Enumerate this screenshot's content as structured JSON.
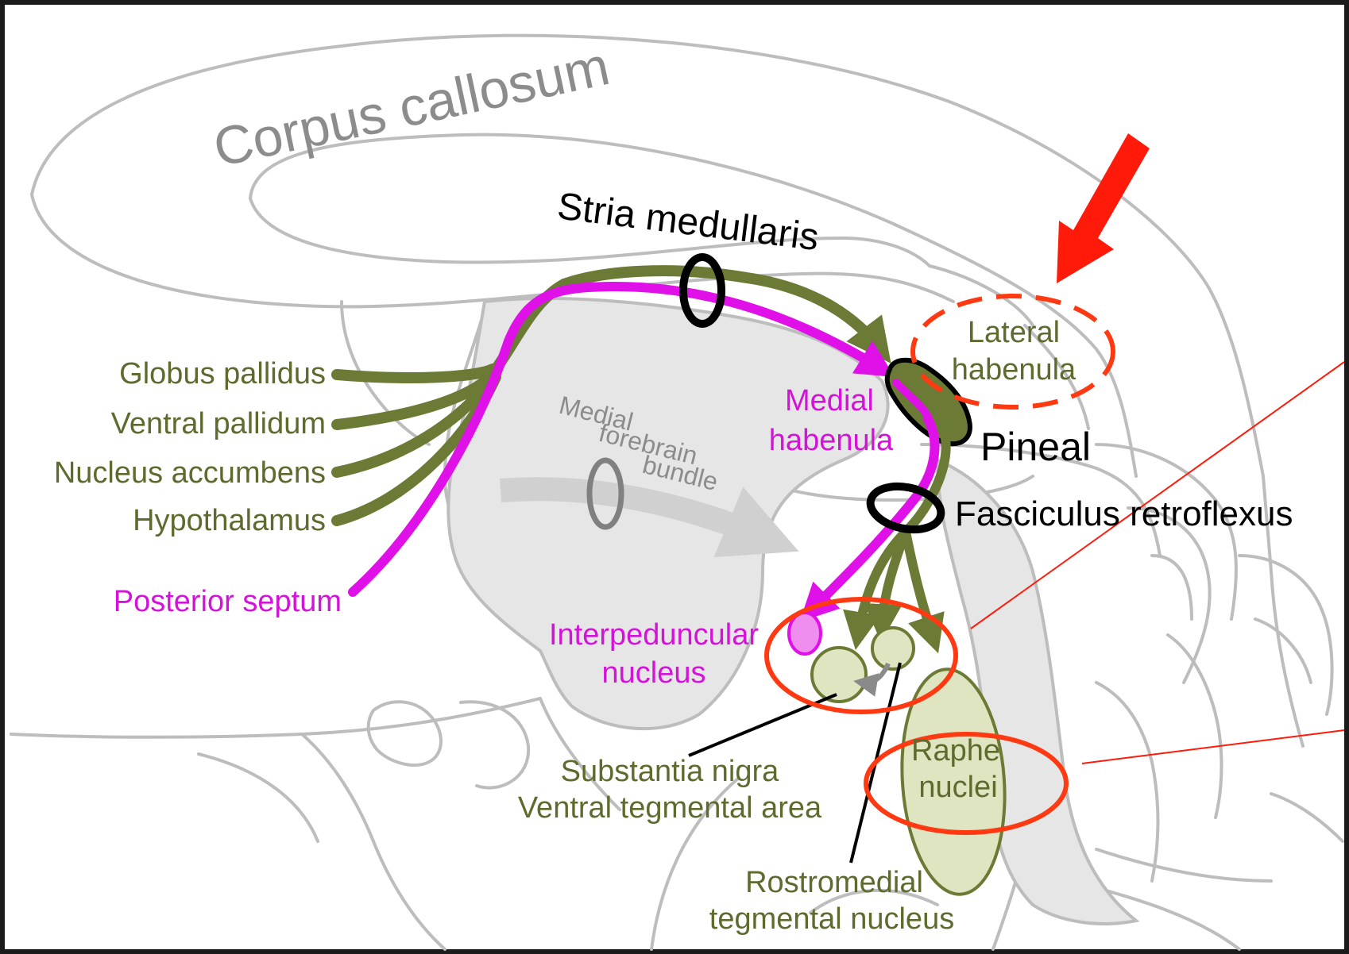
{
  "labels": {
    "corpus_callosum": "Corpus callosum",
    "stria_medullaris": "Stria medullaris",
    "globus_pallidus": "Globus pallidus",
    "ventral_pallidum": "Ventral pallidum",
    "nucleus_accumbens": "Nucleus accumbens",
    "hypothalamus": "Hypothalamus",
    "posterior_septum": "Posterior septum",
    "mfb_line1": "Medial",
    "mfb_line2": "forebrain",
    "mfb_line3": "bundle",
    "medial_habenula_line1": "Medial",
    "medial_habenula_line2": "habenula",
    "lateral_habenula_line1": "Lateral",
    "lateral_habenula_line2": "habenula",
    "pineal": "Pineal",
    "fasciculus_retroflexus": "Fasciculus retroflexus",
    "interpeduncular_line1": "Interpeduncular",
    "interpeduncular_line2": "nucleus",
    "raphe_line1": "Raphe",
    "raphe_line2": "nuclei",
    "sn_line1": "Substantia nigra",
    "sn_line2": "Ventral tegmental area",
    "rmtg_line1": "Rostromedial",
    "rmtg_line2": "tegmental nucleus"
  },
  "colors": {
    "olive": "#6b7a35",
    "magenta": "#e010e8",
    "outline_gray": "#bdbdbd",
    "fill_gray": "#e4e4e4",
    "highlight_red": "#ff3a12",
    "arrow_red": "#ff1a0a",
    "nucleus_fill": "#dfe5c0"
  }
}
